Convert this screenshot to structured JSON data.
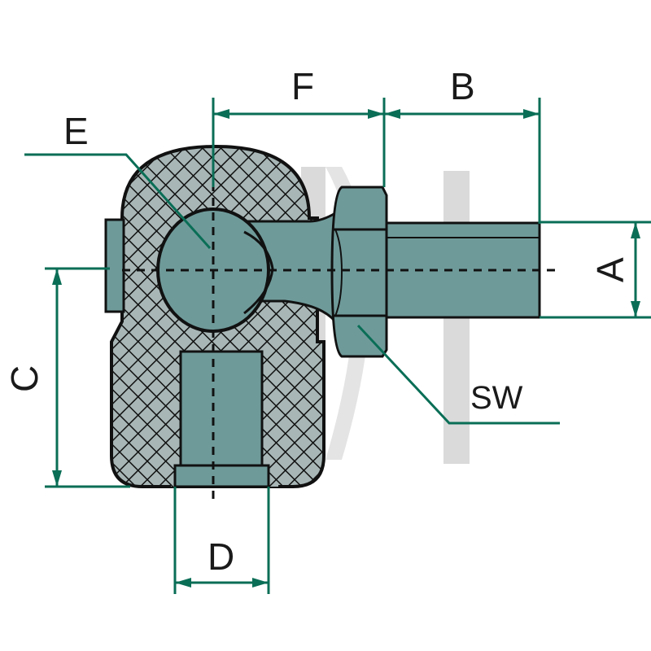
{
  "labels": {
    "A": "A",
    "B": "B",
    "C": "C",
    "D": "D",
    "E": "E",
    "F": "F",
    "SW": "SW"
  },
  "colors": {
    "part_fill": "#6f9a9a",
    "part_dark": "#5a8585",
    "hatch_bg": "#a8b6b6",
    "outline": "#111111",
    "dimension": "#0a6e56",
    "watermark": "#d6d6d6"
  }
}
